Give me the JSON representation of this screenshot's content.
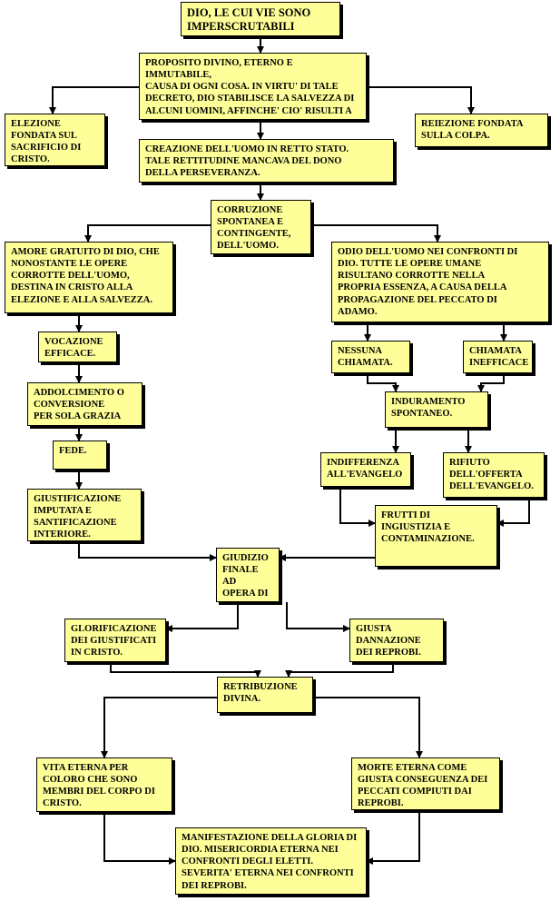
{
  "nodes": [
    {
      "id": "n1",
      "text": "DIO, LE CUI VIE SONO\nIMPERSCRUTABILI"
    },
    {
      "id": "n2",
      "text": "PROPOSITO DIVINO, ETERNO E IMMUTABILE,\nCAUSA DI OGNI COSA. IN VIRTU' DI TALE\nDECRETO, DIO STABILISCE LA SALVEZZA DI\nALCUNI UOMINI, AFFINCHE' CIO' RISULTI A\nSUA PROPRIA GLORIA."
    },
    {
      "id": "n3",
      "text": "ELEZIONE\nFONDATA SUL\nSACRIFICIO DI\nCRISTO."
    },
    {
      "id": "n4",
      "text": "REIEZIONE FONDATA\nSULLA COLPA."
    },
    {
      "id": "n5",
      "text": "CREAZIONE DELL'UOMO IN RETTO STATO.\nTALE RETTITUDINE MANCAVA DEL DONO\nDELLA PERSEVERANZA."
    },
    {
      "id": "n6",
      "text": "CORRUZIONE\nSPONTANEA E\nCONTINGENTE,\nDELL'UOMO."
    },
    {
      "id": "n7",
      "text": "AMORE GRATUITO DI DIO, CHE\nNONOSTANTE LE OPERE\nCORROTTE DELL'UOMO,\nDESTINA IN CRISTO ALLA\nELEZIONE E ALLA SALVEZZA."
    },
    {
      "id": "n8",
      "text": "ODIO DELL'UOMO NEI CONFRONTI DI\nDIO. TUTTE LE OPERE UMANE\nRISULTANO CORROTTE NELLA\nPROPRIA ESSENZA, A CAUSA DELLA\nPROPAGAZIONE DEL PECCATO DI\nADAMO."
    },
    {
      "id": "n9",
      "text": "VOCAZIONE\nEFFICACE."
    },
    {
      "id": "n10",
      "text": "NESSUNA\nCHIAMATA."
    },
    {
      "id": "n11",
      "text": "CHIAMATA\nINEFFICACE"
    },
    {
      "id": "n12",
      "text": "ADDOLCIMENTO O\nCONVERSIONE\nPER SOLA GRAZIA"
    },
    {
      "id": "n13",
      "text": "INDURAMENTO\nSPONTANEO."
    },
    {
      "id": "n14",
      "text": "FEDE."
    },
    {
      "id": "n15",
      "text": "INDIFFERENZA\nALL'EVANGELO"
    },
    {
      "id": "n16",
      "text": "RIFIUTO\nDELL'OFFERTA\nDELL'EVANGELO."
    },
    {
      "id": "n17",
      "text": "GIUSTIFICAZIONE\nIMPUTATA E\nSANTIFICAZIONE\nINTERIORE."
    },
    {
      "id": "n18",
      "text": "FRUTTI DI\nINGIUSTIZIA E\nCONTAMINAZIONE."
    },
    {
      "id": "n19",
      "text": "GIUDIZIO\nFINALE AD\nOPERA DI\nDIO."
    },
    {
      "id": "n20",
      "text": "GLORIFICAZIONE\nDEI GIUSTIFICATI\nIN CRISTO."
    },
    {
      "id": "n21",
      "text": "GIUSTA\nDANNAZIONE\nDEI REPROBI."
    },
    {
      "id": "n22",
      "text": "RETRIBUZIONE\nDIVINA."
    },
    {
      "id": "n23",
      "text": "VITA ETERNA PER\nCOLORO CHE SONO\nMEMBRI DEL CORPO DI\nCRISTO."
    },
    {
      "id": "n24",
      "text": "MORTE ETERNA COME\nGIUSTA CONSEGUENZA DEI\nPECCATI COMPIUTI DAI\nREPROBI."
    },
    {
      "id": "n25",
      "text": "MANIFESTAZIONE DELLA GLORIA DI\nDIO. MISERICORDIA ETERNA NEI\nCONFRONTI DEGLI ELETTI.\nSEVERITA' ETERNA NEI CONFRONTI\nDEI REPROBI."
    }
  ],
  "edges": [
    {
      "from": "n1",
      "to": "n2"
    },
    {
      "from": "n2",
      "to": "n3"
    },
    {
      "from": "n2",
      "to": "n4"
    },
    {
      "from": "n2",
      "to": "n5"
    },
    {
      "from": "n5",
      "to": "n6"
    },
    {
      "from": "n6",
      "to": "n7"
    },
    {
      "from": "n6",
      "to": "n8"
    },
    {
      "from": "n7",
      "to": "n9"
    },
    {
      "from": "n8",
      "to": "n10"
    },
    {
      "from": "n8",
      "to": "n11"
    },
    {
      "from": "n9",
      "to": "n12"
    },
    {
      "from": "n10",
      "to": "n13"
    },
    {
      "from": "n11",
      "to": "n13"
    },
    {
      "from": "n12",
      "to": "n14"
    },
    {
      "from": "n13",
      "to": "n15"
    },
    {
      "from": "n13",
      "to": "n16"
    },
    {
      "from": "n14",
      "to": "n17"
    },
    {
      "from": "n15",
      "to": "n18"
    },
    {
      "from": "n16",
      "to": "n18"
    },
    {
      "from": "n17",
      "to": "n19"
    },
    {
      "from": "n18",
      "to": "n19"
    },
    {
      "from": "n19",
      "to": "n20"
    },
    {
      "from": "n19",
      "to": "n21"
    },
    {
      "from": "n20",
      "to": "n22"
    },
    {
      "from": "n21",
      "to": "n22"
    },
    {
      "from": "n22",
      "to": "n23"
    },
    {
      "from": "n22",
      "to": "n24"
    },
    {
      "from": "n23",
      "to": "n25"
    },
    {
      "from": "n24",
      "to": "n25"
    }
  ],
  "colors": {
    "box_fill": "#ffff99",
    "line": "#000000"
  }
}
